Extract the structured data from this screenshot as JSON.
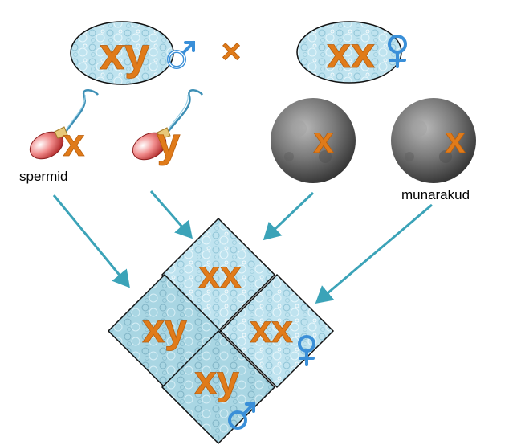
{
  "parents": {
    "male": {
      "genotype": "xy"
    },
    "cross_sign": "×",
    "female": {
      "genotype": "xx"
    }
  },
  "gametes": {
    "sperm_1": "x",
    "sperm_2": "y",
    "egg_1": "x",
    "egg_2": "x",
    "sperm_label": "spermid",
    "egg_label": "munarakud"
  },
  "offspring": {
    "top": "xx",
    "left": "xy",
    "right": "xx",
    "bottom": "xy"
  },
  "colors": {
    "letter": "#e07b1a",
    "arrow": "#3ba3b8",
    "sex_symbol": "#3a8fd8",
    "tile": "#bfe3ef"
  },
  "icons": [
    "male-symbol-icon",
    "female-symbol-icon",
    "sperm-cell-icon",
    "egg-cell-icon"
  ]
}
